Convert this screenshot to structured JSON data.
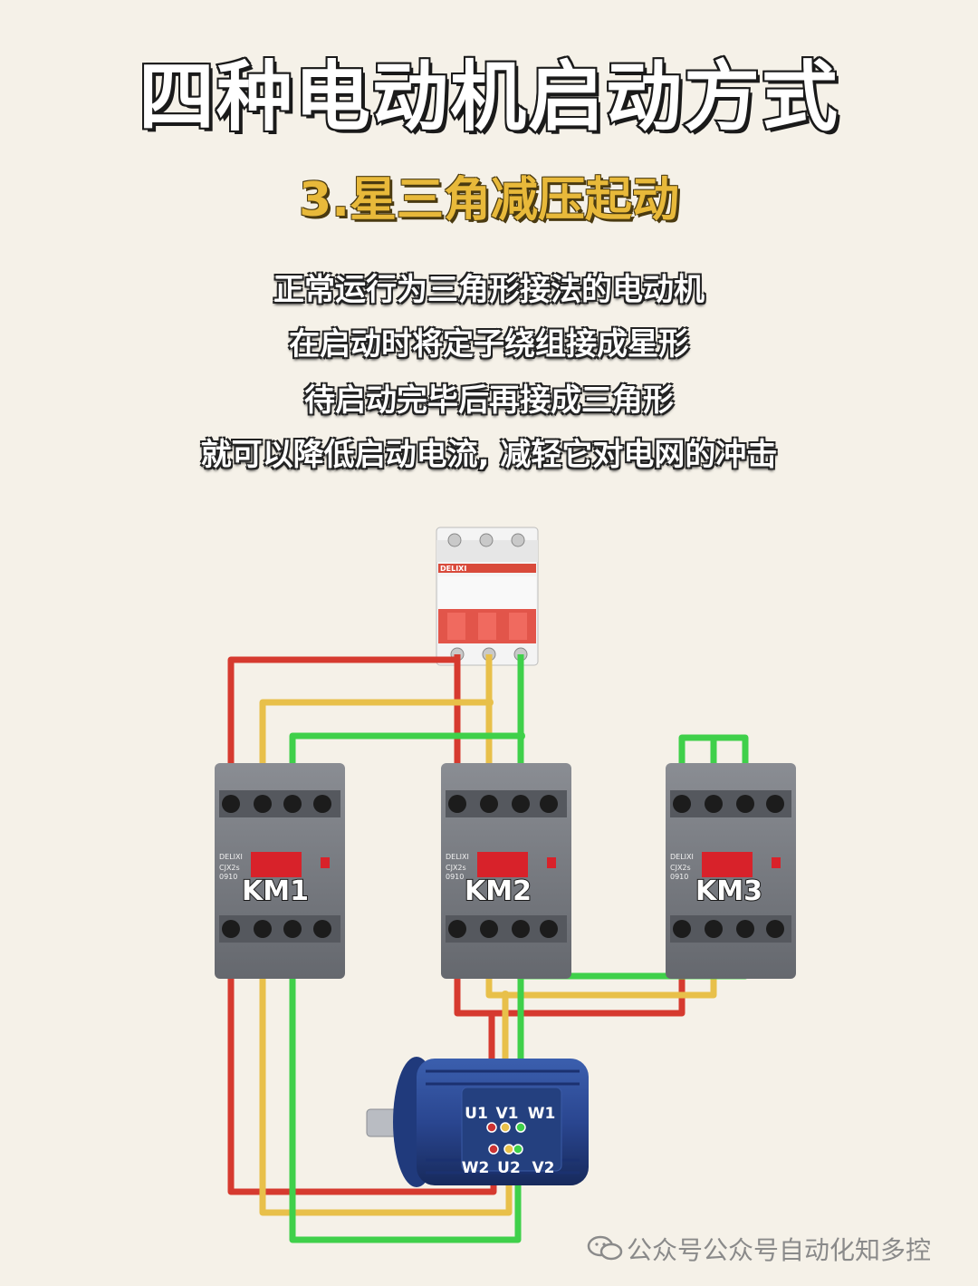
{
  "title": "四种电动机启动方式",
  "subtitle": "3.星三角减压起动",
  "description": [
    "正常运行为三角形接法的电动机",
    "在启动时将定子绕组接成星形",
    "待启动完毕后再接成三角形",
    "就可以降低启动电流, 减轻它对电网的冲击"
  ],
  "breaker": {
    "brand": "DELIXI"
  },
  "contactors": [
    {
      "label": "KM1",
      "brand": "DELIXI",
      "model": "CJX2s",
      "code": "0910"
    },
    {
      "label": "KM2",
      "brand": "DELIXI",
      "model": "CJX2s",
      "code": "0910"
    },
    {
      "label": "KM3",
      "brand": "DELIXI",
      "model": "CJX2s",
      "code": "0910"
    }
  ],
  "motor": {
    "terminals_top": [
      "U1",
      "V1",
      "W1"
    ],
    "terminals_bottom": [
      "W2",
      "U2",
      "V2"
    ]
  },
  "wire_colors": {
    "phase_a": "#d63a2f",
    "phase_b": "#e8c04a",
    "phase_c": "#3fd04a"
  },
  "watermark": "公众号公众号自动化知多控"
}
